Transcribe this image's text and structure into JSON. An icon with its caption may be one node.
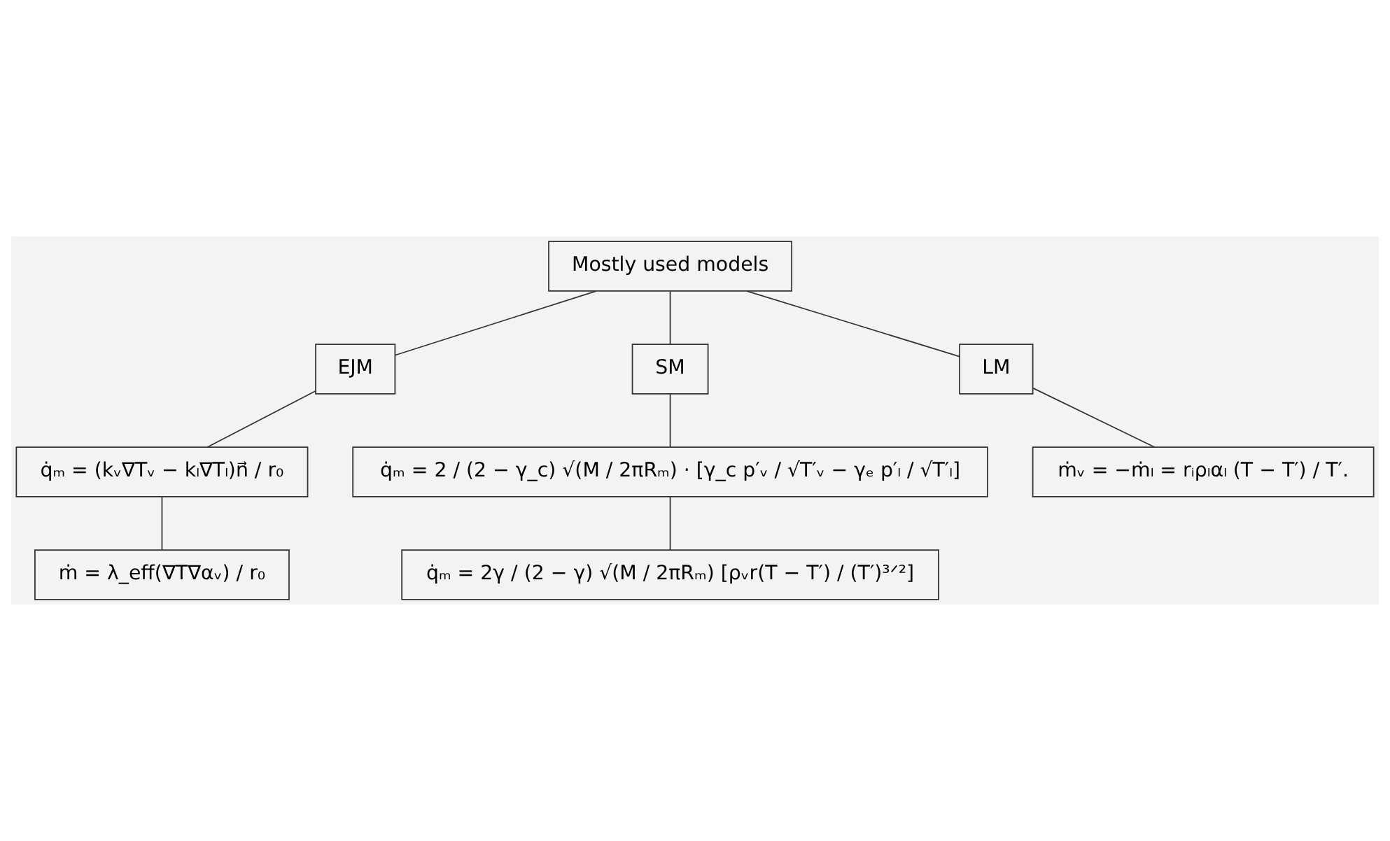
{
  "diagram": {
    "nodes": [
      {
        "text": [
          "Mostly used models"
        ]
      },
      {
        "text": [
          "EJM"
        ]
      },
      {
        "text": [
          "SM"
        ]
      },
      {
        "text": [
          "LM"
        ]
      },
      {
        "text": [
          "q̇ₘ = (kᵥ∇Tᵥ − kₗ∇Tₗ)n⃗ / r₀"
        ]
      },
      {
        "text": [
          "ṁ = λ_eff(∇T∇αᵥ) / r₀"
        ]
      },
      {
        "text": [
          "q̇ₘ = 2 / (2 − γ_c) √(M / 2πRₘ) · [γ_c p′ᵥ / √T′ᵥ − γₑ p′ₗ / √T′ₗ]"
        ]
      },
      {
        "text": [
          "q̇ₘ = 2γ / (2 − γ) √(M / 2πRₘ) [ρᵥr(T − T′) / (T′)³ᐟ²]"
        ]
      },
      {
        "text": [
          "ṁᵥ = −ṁₗ = rᵢρₗαₗ (T − T′) / T′."
        ]
      }
    ],
    "edges": [
      {
        "from": 0,
        "to": 1,
        "arrow": "none"
      },
      {
        "from": 0,
        "to": 2,
        "arrow": "none"
      },
      {
        "from": 0,
        "to": 3,
        "arrow": "none"
      },
      {
        "from": 1,
        "to": 4,
        "arrow": "none"
      },
      {
        "from": 4,
        "to": 5,
        "arrow": "none"
      },
      {
        "from": 2,
        "to": 6,
        "arrow": "none"
      },
      {
        "from": 6,
        "to": 7,
        "arrow": "none"
      },
      {
        "from": 3,
        "to": 8,
        "arrow": "none"
      }
    ]
  }
}
